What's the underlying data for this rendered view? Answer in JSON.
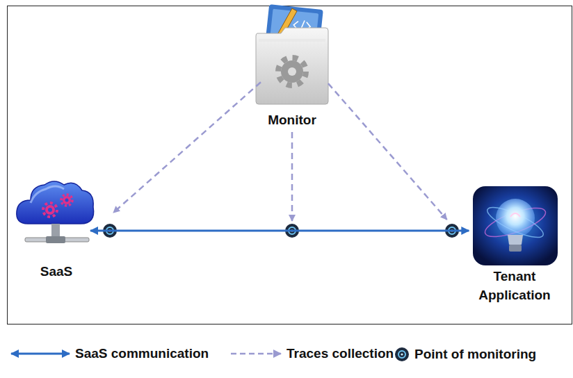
{
  "diagram": {
    "nodes": [
      {
        "text": [
          "Monitor"
        ]
      },
      {
        "text": [
          "SaaS"
        ]
      },
      {
        "text": [
          "Tenant Application"
        ]
      }
    ],
    "edges": [
      {
        "from": 1,
        "to": 2,
        "arrow": "both"
      },
      {
        "from": 0,
        "to": 1,
        "arrow": "to"
      },
      {
        "from": 0,
        "to": 2,
        "arrow": "to"
      }
    ],
    "legend": [
      {
        "text": "SaaS communication"
      },
      {
        "text": "Traces collection"
      },
      {
        "text": "Point of monitoring"
      }
    ]
  }
}
